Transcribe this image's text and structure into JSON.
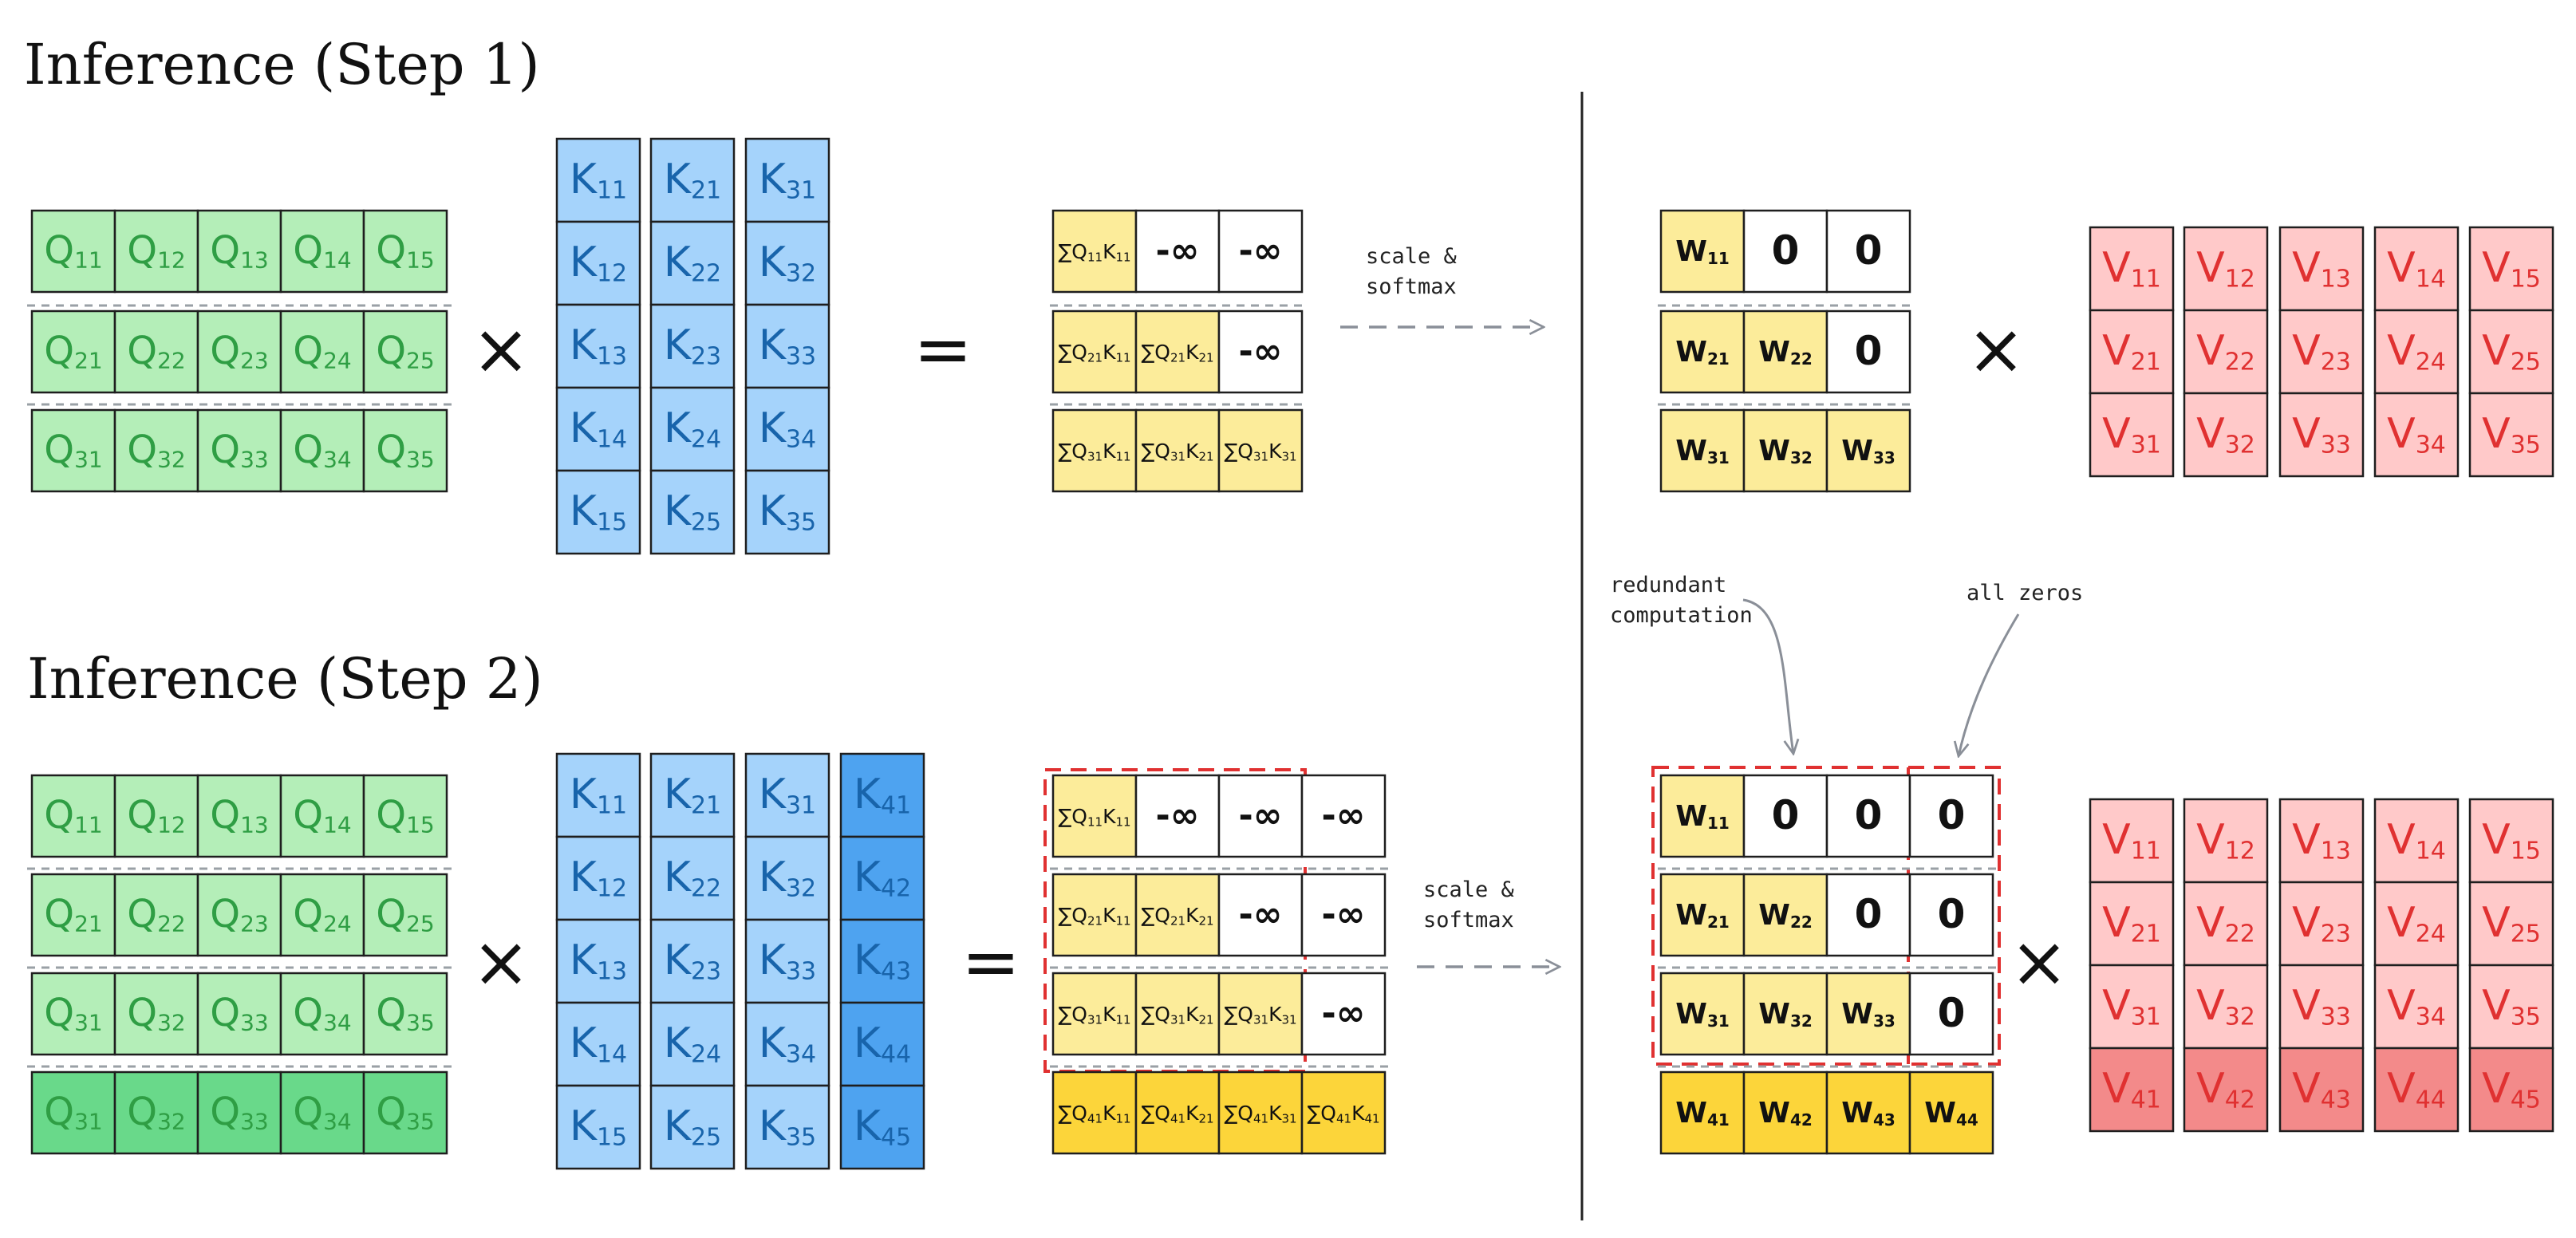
{
  "titles": {
    "step1": "Inference (Step 1)",
    "step2": "Inference (Step 2)"
  },
  "operators": {
    "times": "×",
    "equals": "="
  },
  "labels": {
    "scale_softmax": "scale &\nsoftmax"
  },
  "annotations": {
    "redundant": "redundant\ncomputation",
    "zeros": "all zeros"
  },
  "colors": {
    "q": "#b4eeb8",
    "q_new": "#69d98a",
    "q_text": "#2f9e44",
    "k": "#a5d3fb",
    "k_new": "#4ea3f0",
    "k_text": "#1864ab",
    "v": "#ffc9c9",
    "v_new": "#f38a8a",
    "v_text": "#e03131",
    "w": "#fcec9a",
    "w_new": "#fcd53a",
    "red_dash": "#e03131",
    "arrow": "#8a8f98"
  },
  "step1": {
    "q": [
      [
        "Q|11",
        "Q|12",
        "Q|13",
        "Q|14",
        "Q|15"
      ],
      [
        "Q|21",
        "Q|22",
        "Q|23",
        "Q|24",
        "Q|25"
      ],
      [
        "Q|31",
        "Q|32",
        "Q|33",
        "Q|34",
        "Q|35"
      ]
    ],
    "k": [
      [
        "K|11",
        "K|12",
        "K|13",
        "K|14",
        "K|15"
      ],
      [
        "K|21",
        "K|22",
        "K|23",
        "K|24",
        "K|25"
      ],
      [
        "K|31",
        "K|32",
        "K|33",
        "K|34",
        "K|35"
      ]
    ],
    "scores": [
      [
        {
          "t": "∑Q|11K|11",
          "c": "w"
        },
        {
          "t": "-∞",
          "c": "e"
        },
        {
          "t": "-∞",
          "c": "e"
        }
      ],
      [
        {
          "t": "∑Q|21K|11",
          "c": "w"
        },
        {
          "t": "∑Q|21K|21",
          "c": "w"
        },
        {
          "t": "-∞",
          "c": "e"
        }
      ],
      [
        {
          "t": "∑Q|31K|11",
          "c": "w"
        },
        {
          "t": "∑Q|31K|21",
          "c": "w"
        },
        {
          "t": "∑Q|31K|31",
          "c": "w"
        }
      ]
    ],
    "w": [
      [
        {
          "t": "W|11",
          "c": "w"
        },
        {
          "t": "0",
          "c": "e"
        },
        {
          "t": "0",
          "c": "e"
        }
      ],
      [
        {
          "t": "W|21",
          "c": "w"
        },
        {
          "t": "W|22",
          "c": "w"
        },
        {
          "t": "0",
          "c": "e"
        }
      ],
      [
        {
          "t": "W|31",
          "c": "w"
        },
        {
          "t": "W|32",
          "c": "w"
        },
        {
          "t": "W|33",
          "c": "w"
        }
      ]
    ],
    "v": [
      [
        "V|11",
        "V|12",
        "V|13",
        "V|14",
        "V|15"
      ],
      [
        "V|21",
        "V|22",
        "V|23",
        "V|24",
        "V|25"
      ],
      [
        "V|31",
        "V|32",
        "V|33",
        "V|34",
        "V|35"
      ]
    ]
  },
  "step2": {
    "q": [
      [
        "Q|11",
        "Q|12",
        "Q|13",
        "Q|14",
        "Q|15"
      ],
      [
        "Q|21",
        "Q|22",
        "Q|23",
        "Q|24",
        "Q|25"
      ],
      [
        "Q|31",
        "Q|32",
        "Q|33",
        "Q|34",
        "Q|35"
      ],
      [
        "Q|31",
        "Q|32",
        "Q|33",
        "Q|34",
        "Q|35"
      ]
    ],
    "k": [
      [
        "K|11",
        "K|12",
        "K|13",
        "K|14",
        "K|15"
      ],
      [
        "K|21",
        "K|22",
        "K|23",
        "K|24",
        "K|25"
      ],
      [
        "K|31",
        "K|32",
        "K|33",
        "K|34",
        "K|35"
      ],
      [
        "K|41",
        "K|42",
        "K|43",
        "K|44",
        "K|45"
      ]
    ],
    "scores": [
      [
        {
          "t": "∑Q|11K|11",
          "c": "w"
        },
        {
          "t": "-∞",
          "c": "e"
        },
        {
          "t": "-∞",
          "c": "e"
        },
        {
          "t": "-∞",
          "c": "e"
        }
      ],
      [
        {
          "t": "∑Q|21K|11",
          "c": "w"
        },
        {
          "t": "∑Q|21K|21",
          "c": "w"
        },
        {
          "t": "-∞",
          "c": "e"
        },
        {
          "t": "-∞",
          "c": "e"
        }
      ],
      [
        {
          "t": "∑Q|31K|11",
          "c": "w"
        },
        {
          "t": "∑Q|31K|21",
          "c": "w"
        },
        {
          "t": "∑Q|31K|31",
          "c": "w"
        },
        {
          "t": "-∞",
          "c": "e"
        }
      ],
      [
        {
          "t": "∑Q|41K|11",
          "c": "n"
        },
        {
          "t": "∑Q|41K|21",
          "c": "n"
        },
        {
          "t": "∑Q|41K|31",
          "c": "n"
        },
        {
          "t": "∑Q|41K|41",
          "c": "n"
        }
      ]
    ],
    "w": [
      [
        {
          "t": "W|11",
          "c": "w"
        },
        {
          "t": "0",
          "c": "e"
        },
        {
          "t": "0",
          "c": "e"
        },
        {
          "t": "0",
          "c": "e"
        }
      ],
      [
        {
          "t": "W|21",
          "c": "w"
        },
        {
          "t": "W|22",
          "c": "w"
        },
        {
          "t": "0",
          "c": "e"
        },
        {
          "t": "0",
          "c": "e"
        }
      ],
      [
        {
          "t": "W|31",
          "c": "w"
        },
        {
          "t": "W|32",
          "c": "w"
        },
        {
          "t": "W|33",
          "c": "w"
        },
        {
          "t": "0",
          "c": "e"
        }
      ],
      [
        {
          "t": "W|41",
          "c": "n"
        },
        {
          "t": "W|42",
          "c": "n"
        },
        {
          "t": "W|43",
          "c": "n"
        },
        {
          "t": "W|44",
          "c": "n"
        }
      ]
    ],
    "v": [
      [
        "V|11",
        "V|12",
        "V|13",
        "V|14",
        "V|15"
      ],
      [
        "V|21",
        "V|22",
        "V|23",
        "V|24",
        "V|25"
      ],
      [
        "V|31",
        "V|32",
        "V|33",
        "V|34",
        "V|35"
      ],
      [
        "V|41",
        "V|42",
        "V|43",
        "V|44",
        "V|45"
      ]
    ]
  }
}
